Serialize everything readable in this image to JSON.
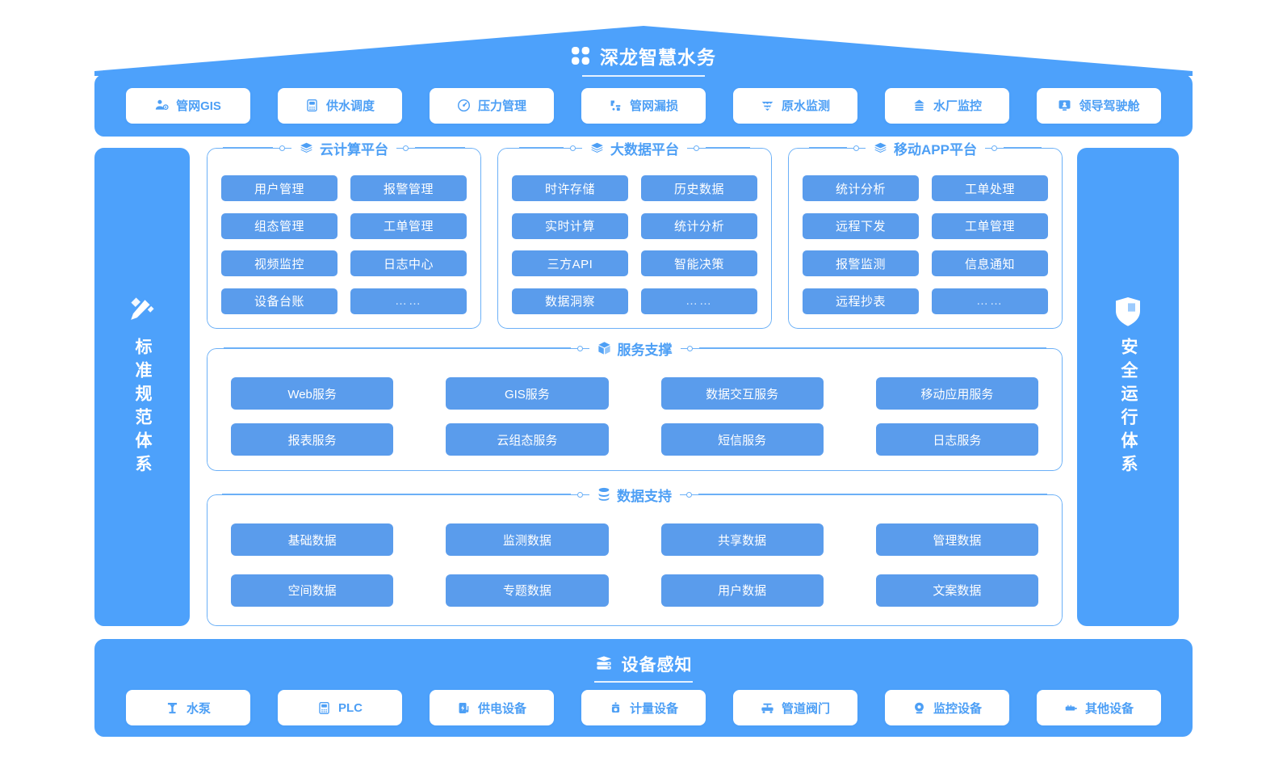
{
  "header": {
    "brand_title": "深龙智慧水务",
    "brand_icon": "quatrefoil-icon",
    "nav": [
      {
        "label": "管网GIS",
        "icon": "map-pin-network-icon"
      },
      {
        "label": "供水调度",
        "icon": "plc-controller-icon"
      },
      {
        "label": "压力管理",
        "icon": "gauge-icon"
      },
      {
        "label": "管网漏损",
        "icon": "pipe-leak-icon"
      },
      {
        "label": "原水监测",
        "icon": "water-wave-icon"
      },
      {
        "label": "水厂监控",
        "icon": "plant-house-icon"
      },
      {
        "label": "领导驾驶舱",
        "icon": "dashboard-monitor-icon"
      }
    ]
  },
  "pillars": {
    "left": {
      "label": "标准规范体系",
      "icon": "pencil-ruler-icon"
    },
    "right": {
      "label": "安全运行体系",
      "icon": "shield-icon"
    }
  },
  "platforms": [
    {
      "title": "云计算平台",
      "icon": "layers-icon",
      "items": [
        "用户管理",
        "报警管理",
        "组态管理",
        "工单管理",
        "视频监控",
        "日志中心",
        "设备台账",
        "……"
      ]
    },
    {
      "title": "大数据平台",
      "icon": "layers-icon",
      "items": [
        "时许存储",
        "历史数据",
        "实时计算",
        "统计分析",
        "三方API",
        "智能决策",
        "数据洞察",
        "……"
      ]
    },
    {
      "title": "移动APP平台",
      "icon": "layers-icon",
      "items": [
        "统计分析",
        "工单处理",
        "远程下发",
        "工单管理",
        "报警监测",
        "信息通知",
        "远程抄表",
        "……"
      ]
    }
  ],
  "services": {
    "title": "服务支撑",
    "icon": "cube-icon",
    "items": [
      "Web服务",
      "GIS服务",
      "数据交互服务",
      "移动应用服务",
      "报表服务",
      "云组态服务",
      "短信服务",
      "日志服务"
    ]
  },
  "dataset": {
    "title": "数据支持",
    "icon": "database-icon",
    "items": [
      "基础数据",
      "监测数据",
      "共享数据",
      "管理数据",
      "空间数据",
      "专题数据",
      "用户数据",
      "文案数据"
    ]
  },
  "footer": {
    "title": "设备感知",
    "icon": "server-rack-icon",
    "devices": [
      {
        "label": "水泵",
        "icon": "water-pump-icon"
      },
      {
        "label": "PLC",
        "icon": "plc-controller-icon"
      },
      {
        "label": "供电设备",
        "icon": "power-supply-icon"
      },
      {
        "label": "计量设备",
        "icon": "meter-icon"
      },
      {
        "label": "管道阀门",
        "icon": "pipe-valve-icon"
      },
      {
        "label": "监控设备",
        "icon": "cctv-camera-icon"
      },
      {
        "label": "其他设备",
        "icon": "router-device-icon"
      }
    ]
  },
  "colors": {
    "band_blue": "#4da1fb",
    "chip_blue": "#5a9cec",
    "border_blue": "#6bb0f7",
    "text_blue": "#4d9ff5",
    "white": "#ffffff"
  }
}
